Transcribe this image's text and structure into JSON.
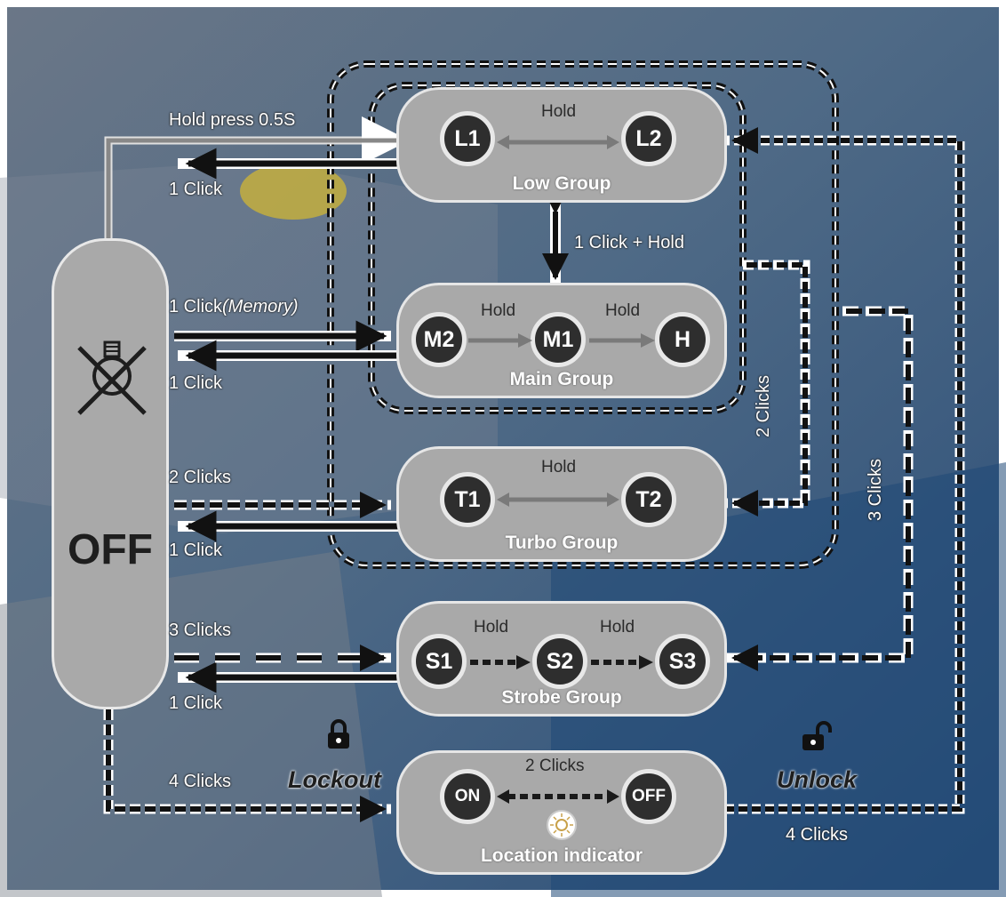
{
  "off_label": "OFF",
  "groups": {
    "low": {
      "title": "Low Group",
      "nodes": [
        "L1",
        "L2"
      ],
      "hold": "Hold"
    },
    "main": {
      "title": "Main Group",
      "nodes": [
        "M2",
        "M1",
        "H"
      ],
      "hold_1": "Hold",
      "hold_2": "Hold"
    },
    "turbo": {
      "title": "Turbo Group",
      "nodes": [
        "T1",
        "T2"
      ],
      "hold": "Hold"
    },
    "strobe": {
      "title": "Strobe Group",
      "nodes": [
        "S1",
        "S2",
        "S3"
      ],
      "hold_1": "Hold",
      "hold_2": "Hold"
    },
    "location": {
      "title": "Location indicator",
      "nodes": [
        "ON",
        "OFF"
      ],
      "clicks": "2 Clicks"
    }
  },
  "labels": {
    "hold_press": "Hold press 0.5S",
    "low_back": "1 Click",
    "low_main": "1 Click + Hold",
    "main_in_prefix": "1 Click",
    "main_in_italic": "(Memory)",
    "main_back": "1 Click",
    "turbo_in": "2 Clicks",
    "turbo_back": "1 Click",
    "strobe_in": "3 Clicks",
    "strobe_back": "1 Click",
    "location_in": "4 Clicks",
    "right_2": "2 Clicks",
    "right_3": "3 Clicks",
    "right_4": "4 Clicks",
    "lockout": "Lockout",
    "unlock": "Unlock"
  },
  "icons": [
    "flashlight-off-icon",
    "padlock-closed-icon",
    "padlock-open-icon",
    "locator-icon"
  ],
  "colors": {
    "group_fill": "#a9a9a9",
    "node_fill": "#2e2e2e",
    "arrow_grey": "#7a7a7a"
  }
}
